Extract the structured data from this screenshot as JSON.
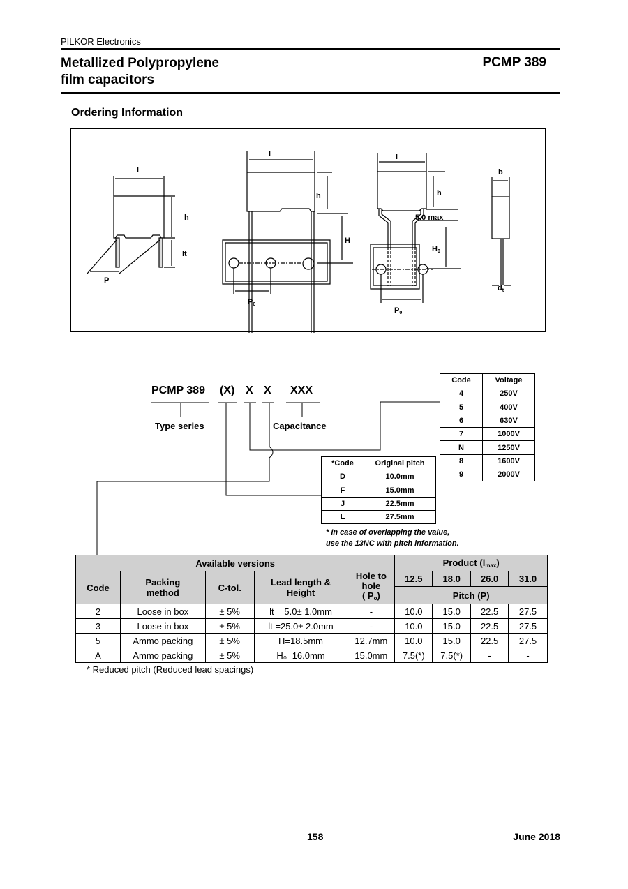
{
  "header": {
    "company": "PILKOR Electronics",
    "title_line1": "Metallized Polypropylene",
    "title_line2": "film capacitors",
    "part": "PCMP 389"
  },
  "section_title": "Ordering Information",
  "diagram_labels": {
    "l": "l",
    "h": "h",
    "lt": "lt",
    "P": "P",
    "H": "H",
    "P0": "P",
    "P0_sub": "0",
    "H0": "H",
    "H0_sub": "0",
    "max": "5.0 max",
    "b": "b",
    "dt": "d",
    "dt_sub": "t"
  },
  "ordering_code": {
    "series": "PCMP 389",
    "parts": [
      "(X)",
      "X",
      "X",
      "XXX"
    ],
    "type_series_label": "Type series",
    "capacitance_label": "Capacitance"
  },
  "voltage_table": {
    "headers": [
      "Code",
      "Voltage"
    ],
    "rows": [
      [
        "4",
        "250V"
      ],
      [
        "5",
        "400V"
      ],
      [
        "6",
        "630V"
      ],
      [
        "7",
        "1000V"
      ],
      [
        "N",
        "1250V"
      ],
      [
        "8",
        "1600V"
      ],
      [
        "9",
        "2000V"
      ]
    ]
  },
  "pitch_table": {
    "headers": [
      "*Code",
      "Original pitch"
    ],
    "rows": [
      [
        "D",
        "10.0mm"
      ],
      [
        "F",
        "15.0mm"
      ],
      [
        "J",
        "22.5mm"
      ],
      [
        "L",
        "27.5mm"
      ]
    ],
    "note_line1": "* In case of overlapping the value,",
    "note_line2": "use the 13NC with pitch information."
  },
  "versions_table": {
    "available_versions": "Available versions",
    "product": "Product (l",
    "product_sub": "max",
    "product_end": ")",
    "headers": [
      "Code",
      "Packing method",
      "C-tol.",
      "Lead length & Height",
      "Hole to hole",
      "( P",
      "o",
      ")"
    ],
    "lmax": [
      "12.5",
      "18.0",
      "26.0",
      "31.0"
    ],
    "pitch_label": "Pitch (P)",
    "rows": [
      [
        "2",
        "Loose in box",
        "± 5%",
        "lt = 5.0± 1.0mm",
        "-",
        "10.0",
        "15.0",
        "22.5",
        "27.5"
      ],
      [
        "3",
        "Loose in box",
        "± 5%",
        "lt =25.0± 2.0mm",
        "-",
        "10.0",
        "15.0",
        "22.5",
        "27.5"
      ],
      [
        "5",
        "Ammo packing",
        "± 5%",
        "H=18.5mm",
        "12.7mm",
        "10.0",
        "15.0",
        "22.5",
        "27.5"
      ],
      [
        "A",
        "Ammo packing",
        "± 5%",
        "H₀=16.0mm",
        "15.0mm",
        "7.5(*)",
        "7.5(*)",
        "-",
        "-"
      ]
    ],
    "footnote": "*  Reduced pitch (Reduced lead spacings)"
  },
  "footer": {
    "page": "158",
    "date": "June 2018"
  }
}
